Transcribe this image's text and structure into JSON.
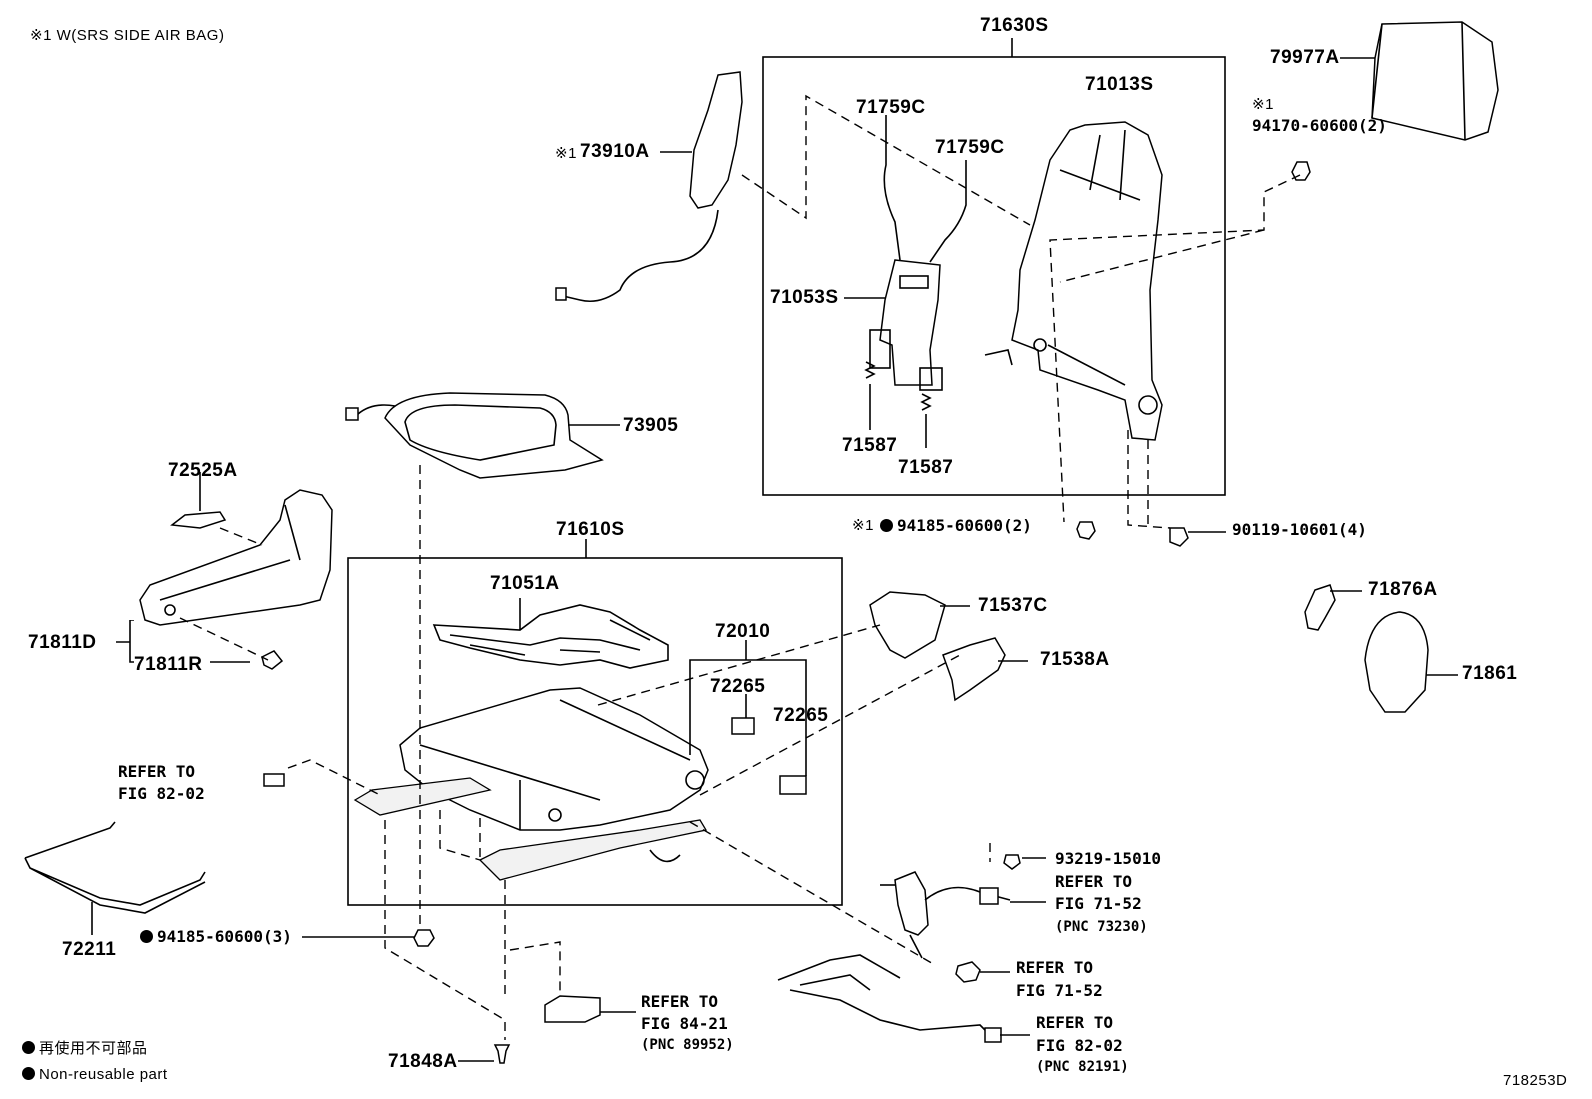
{
  "header_note": "※1 W(SRS SIDE AIR BAG)",
  "figure_id": "718253D",
  "legend": {
    "jp": "再使用不可部品",
    "en": "Non-reusable part"
  },
  "labels": {
    "p71630S": "71630S",
    "p79977A": "79977A",
    "p94170_mark": "※1",
    "p94170": "94170-60600(2)",
    "p73910A_mark": "※1",
    "p73910A": "73910A",
    "p71759C_1": "71759C",
    "p71759C_2": "71759C",
    "p71013S": "71013S",
    "p71053S": "71053S",
    "p71587_1": "71587",
    "p71587_2": "71587",
    "p73905": "73905",
    "p72525A": "72525A",
    "p94185_top_mark": "※1",
    "p94185_top": "94185-60600(2)",
    "p90119": "90119-10601(4)",
    "p71610S": "71610S",
    "p71051A": "71051A",
    "p71876A": "71876A",
    "p71537C": "71537C",
    "p71538A": "71538A",
    "p71861": "71861",
    "p72010": "72010",
    "p72265_1": "72265",
    "p72265_2": "72265",
    "p71811D": "71811D",
    "p71811R": "71811R",
    "ref_82_02_a_line1": "REFER TO",
    "ref_82_02_a_line2": "FIG 82-02",
    "p93219": "93219-15010",
    "ref_71_52_a_line1": "REFER TO",
    "ref_71_52_a_line2": "FIG 71-52",
    "ref_71_52_a_pnc": "(PNC 73230)",
    "ref_71_52_b_line1": "REFER TO",
    "ref_71_52_b_line2": "FIG 71-52",
    "p72211": "72211",
    "p94185_bottom": "94185-60600(3)",
    "ref_84_21_line1": "REFER TO",
    "ref_84_21_line2": "FIG 84-21",
    "ref_84_21_pnc": "(PNC 89952)",
    "ref_82_02_b_line1": "REFER TO",
    "ref_82_02_b_line2": "FIG 82-02",
    "ref_82_02_b_pnc": "(PNC 82191)",
    "p71848A": "71848A"
  }
}
